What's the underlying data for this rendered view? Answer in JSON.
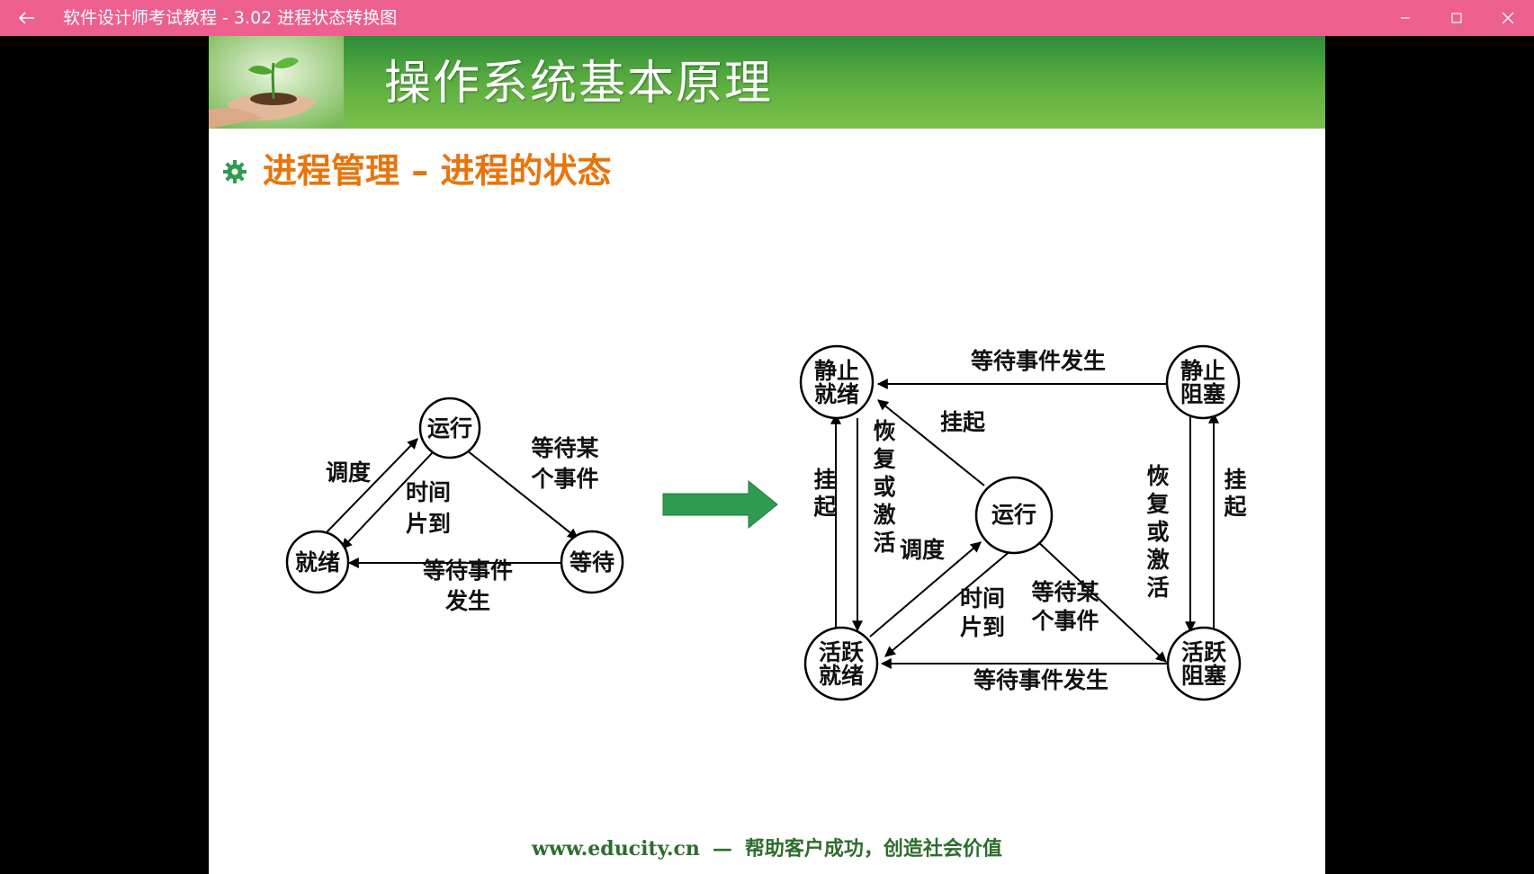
{
  "window": {
    "title": "软件设计师考试教程 - 3.02  进程状态转换图"
  },
  "slide": {
    "banner_title": "操作系统基本原理",
    "section_title": "进程管理 – 进程的状态",
    "footer": {
      "url": "www.educity.cn",
      "dash": "—",
      "slogan": "帮助客户成功，创造社会价值"
    }
  },
  "colors": {
    "titlebar": "#ed5f8d",
    "banner_green": "#4ea83a",
    "section_title": "#e8740c",
    "arrow_green": "#2e9a52",
    "footer": "#2c6e2c"
  },
  "diagram_left": {
    "nodes": {
      "running": "运行",
      "ready": "就绪",
      "waiting": "等待"
    },
    "labels": {
      "schedule": "调度",
      "timeslice_1": "时间",
      "timeslice_2": "片到",
      "wait_event_1": "等待某",
      "wait_event_2": "个事件",
      "event_occurs_1": "等待事件",
      "event_occurs_2": "发生"
    }
  },
  "diagram_right": {
    "nodes": {
      "static_ready_1": "静止",
      "static_ready_2": "就绪",
      "static_blocked_1": "静止",
      "static_blocked_2": "阻塞",
      "running": "运行",
      "active_ready_1": "活跃",
      "active_ready_2": "就绪",
      "active_blocked_1": "活跃",
      "active_blocked_2": "阻塞"
    },
    "labels": {
      "top_event": "等待事件发生",
      "bottom_event": "等待事件发生",
      "suspend_diag": "挂起",
      "suspend_left_1": "挂",
      "suspend_left_2": "起",
      "resume_left_1": "恢",
      "resume_left_2": "复",
      "resume_left_3": "或",
      "resume_left_4": "激",
      "resume_left_5": "活",
      "schedule": "调度",
      "timeslice_1": "时间",
      "timeslice_2": "片到",
      "wait_event_1": "等待某",
      "wait_event_2": "个事件",
      "resume_right_1": "恢",
      "resume_right_2": "复",
      "resume_right_3": "或",
      "resume_right_4": "激",
      "resume_right_5": "活",
      "suspend_right_1": "挂",
      "suspend_right_2": "起"
    }
  }
}
